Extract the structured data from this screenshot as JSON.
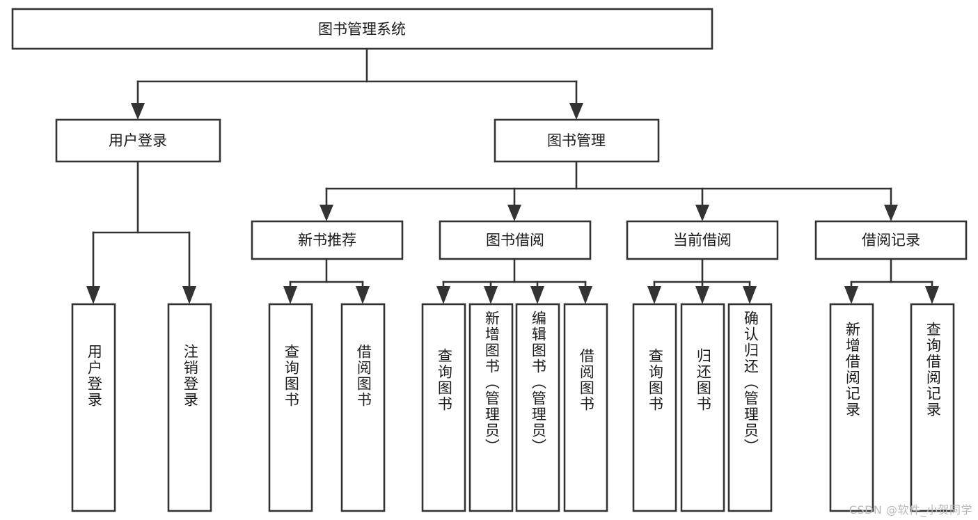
{
  "diagram": {
    "type": "tree-hierarchy",
    "title": "图书管理系统",
    "orientation": "top-down",
    "levels": 4,
    "colors": {
      "box_fill": "#ffffff",
      "box_stroke": "#333333",
      "connector": "#333333",
      "text": "#1b1b1b",
      "watermark": "#b9b9b9"
    },
    "root": {
      "label": "图书管理系统"
    },
    "level2": [
      {
        "label": "用户登录"
      },
      {
        "label": "图书管理"
      }
    ],
    "level3": [
      {
        "label": "新书推荐"
      },
      {
        "label": "图书借阅"
      },
      {
        "label": "当前借阅"
      },
      {
        "label": "借阅记录"
      }
    ],
    "leaves": {
      "user_login": [
        {
          "label": "用户登录"
        },
        {
          "label": "注销登录"
        }
      ],
      "new_book_recommend": [
        {
          "label": "查询图书"
        },
        {
          "label": "借阅图书"
        }
      ],
      "book_borrow": [
        {
          "label": "查询图书"
        },
        {
          "label": "新增图书（管理员）"
        },
        {
          "label": "编辑图书（管理员）"
        },
        {
          "label": "借阅图书"
        }
      ],
      "current_borrow": [
        {
          "label": "查询图书"
        },
        {
          "label": "归还图书"
        },
        {
          "label": "确认归还（管理员）"
        }
      ],
      "borrow_record": [
        {
          "label": "新增借阅记录"
        },
        {
          "label": "查询借阅记录"
        }
      ]
    }
  },
  "watermark": {
    "text": "CSDN @软件_小贺同学"
  }
}
